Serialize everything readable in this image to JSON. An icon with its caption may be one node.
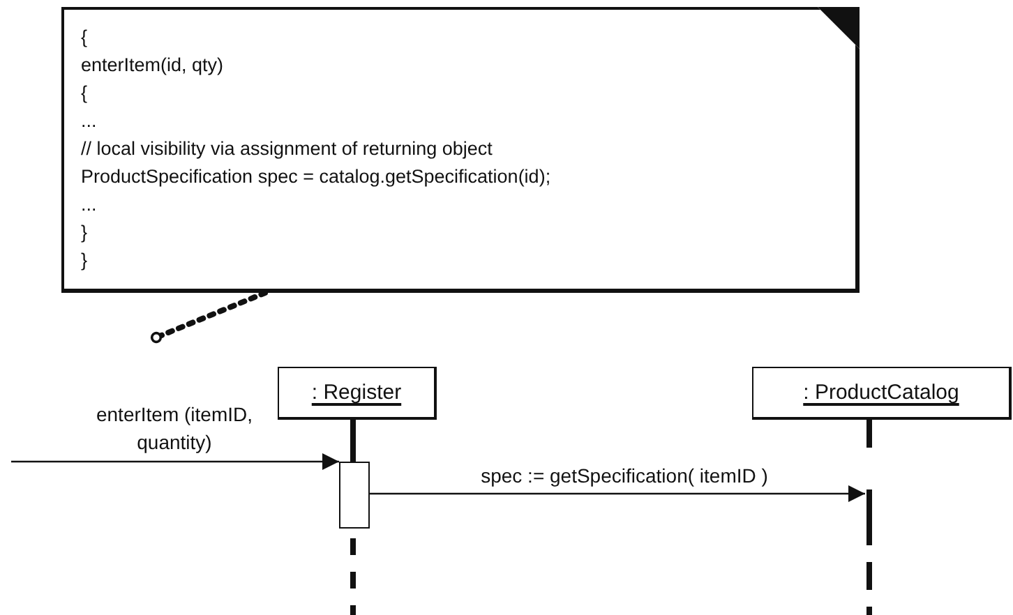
{
  "diagram": {
    "nodes": [
      {
        "text": [
          "{",
          "enterItem(id, qty)",
          "{",
          "...",
          "// local visibility via assignment of returning object",
          "ProductSpecification spec = catalog.getSpecification(id);",
          "...",
          "}",
          "}"
        ]
      },
      {
        "text": [
          ": Register"
        ]
      },
      {
        "text": [
          ": ProductCatalog"
        ]
      },
      {
        "text": [],
        "shape": "bar"
      },
      {
        "text": [],
        "shape": "bar"
      }
    ],
    "edges": [
      {
        "from": 0,
        "to": null,
        "arrow": "other",
        "style": "dashed"
      },
      {
        "from": null,
        "to": 3,
        "arrow": "to",
        "label": "enterItem (itemID, quantity)"
      },
      {
        "from": 3,
        "to": 4,
        "arrow": "to",
        "label": "spec := getSpecification( itemID )"
      },
      {
        "from": 1,
        "to": 3,
        "arrow": "none",
        "style": "thick"
      }
    ]
  }
}
